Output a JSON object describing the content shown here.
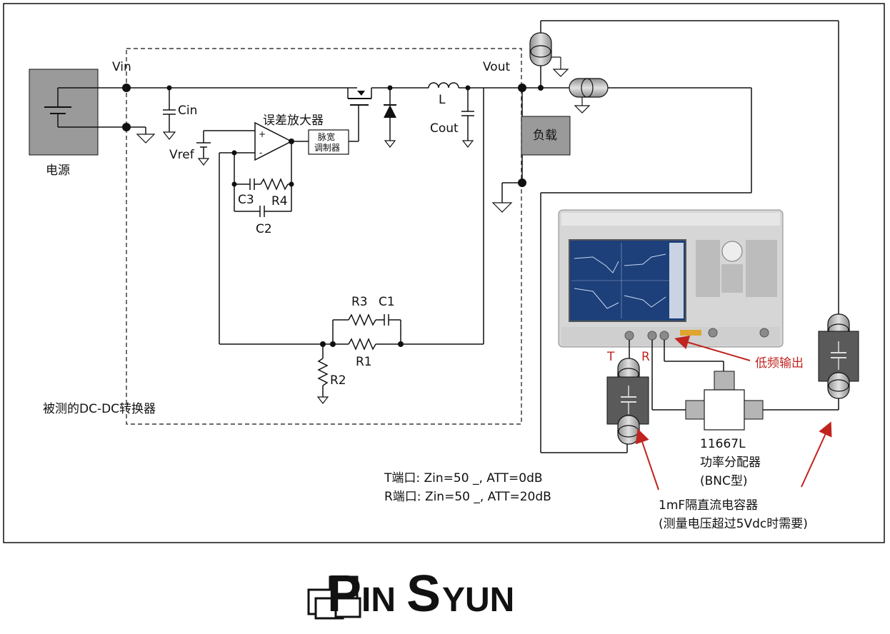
{
  "labels": {
    "power_supply": "电源",
    "vin": "Vin",
    "cin": "Cin",
    "vref": "Vref",
    "error_amp": "误差放大器",
    "pwm_line1": "脉宽",
    "pwm_line2": "调制器",
    "l": "L",
    "cout": "Cout",
    "vout": "Vout",
    "load": "负载",
    "c3": "C3",
    "r4": "R4",
    "c2": "C2",
    "r3": "R3",
    "c1": "C1",
    "r1": "R1",
    "r2": "R2",
    "dut": "被测的DC-DC转换器",
    "port_t": "T",
    "port_r": "R",
    "low_freq_out": "低频输出",
    "splitter_model": "11667L",
    "splitter_name": "功率分配器",
    "splitter_type": "(BNC型)",
    "t_port_note": "T端口: Zin=50 _, ATT=0dB",
    "r_port_note": "R端口: Zin=50 _, ATT=20dB",
    "dc_block_line1": "1mF隔直流电容器",
    "dc_block_line2": "(测量电压超过5Vdc时需要)",
    "opamp_plus": "+",
    "opamp_minus": "-"
  },
  "logo": {
    "text_big_p": "P",
    "text_in": "IN",
    "text_big_s": "S",
    "text_yun": "YUN"
  },
  "colors": {
    "line": "#111111",
    "box_gray": "#9a9a9a",
    "connector_gray": "#b5b5b5",
    "arrow_red": "#c0241f",
    "analyzer_body": "#d6d6d6",
    "screen_blue": "#1d3f7a"
  }
}
